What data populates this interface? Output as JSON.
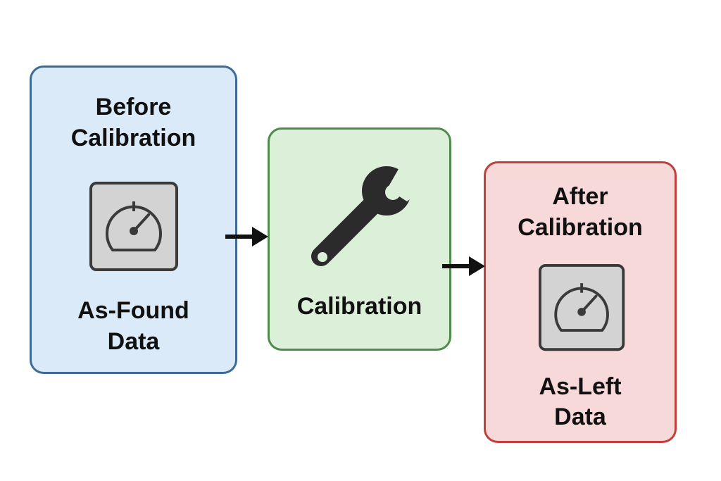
{
  "colors": {
    "before_fill": "#dbeaf8",
    "before_border": "#3d6b96",
    "calib_fill": "#dcefd9",
    "calib_border": "#4f8b4a",
    "after_fill": "#f6d9d8",
    "after_border": "#c0403d",
    "icon": "#2b2b2b",
    "gauge_fill": "#d3d3d3"
  },
  "before": {
    "title_line1": "Before",
    "title_line2": "Calibration",
    "icon": "gauge-icon",
    "caption_line1": "As-Found",
    "caption_line2": "Data"
  },
  "calibration": {
    "icon": "wrench-icon",
    "label": "Calibration"
  },
  "after": {
    "title_line1": "After",
    "title_line2": "Calibration",
    "icon": "gauge-icon",
    "caption_line1": "As-Left",
    "caption_line2": "Data"
  }
}
